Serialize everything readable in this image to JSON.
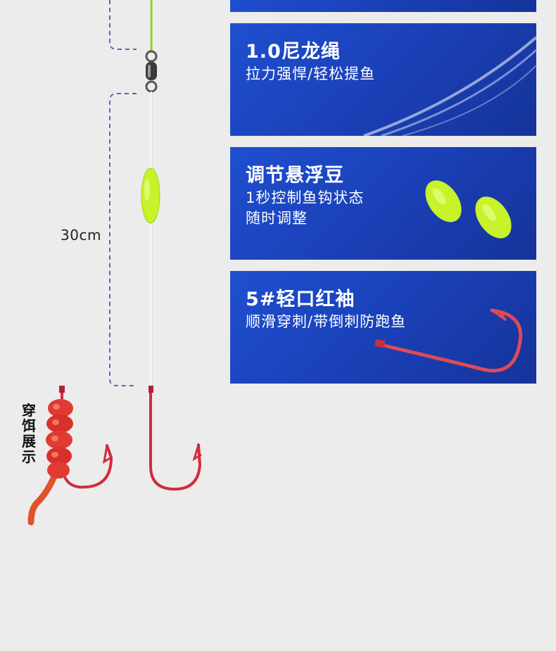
{
  "measurement": {
    "leader_length": "30cm"
  },
  "bait_caption": "穿饵展示",
  "features": [
    {
      "title": "1.0尼龙绳",
      "desc_lines": [
        "拉力强悍/轻松提鱼"
      ],
      "icon": "nylon-line-icon"
    },
    {
      "title": "调节悬浮豆",
      "desc_lines": [
        "1秒控制鱼钩状态",
        "随时调整"
      ],
      "icon": "float-bead-icon"
    },
    {
      "title": "5#轻口红袖",
      "desc_lines": [
        "顺滑穿刺/带倒刺防跑鱼"
      ],
      "icon": "red-hook-icon"
    }
  ],
  "colors": {
    "card_blue": "#1a3fb4",
    "line_green": "#8fd12a",
    "bead_green": "#c8f22a",
    "hook_red": "#d32b3c",
    "dash_line": "#5b6aa8"
  }
}
